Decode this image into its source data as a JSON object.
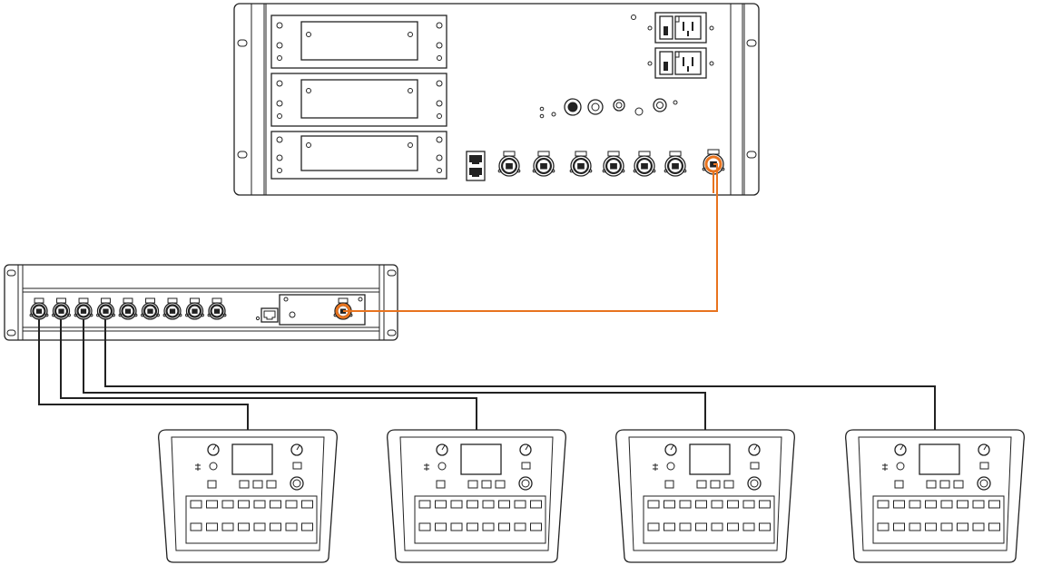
{
  "colors": {
    "outline": "#222222",
    "background": "#ffffff",
    "orange_link": "#E8731E",
    "cable": "#222222"
  },
  "devices": {
    "console_rear": {
      "icon": "console-rear-panel-icon"
    },
    "expander": {
      "icon": "rack-expander-icon",
      "port_count": 9
    },
    "personal_mixers": {
      "icon": "personal-mixer-icon",
      "count": 4
    }
  },
  "connections": {
    "orange_link": {
      "from": "console-network-port",
      "to": "expander-network-port"
    },
    "expander_to_mixers": {
      "count": 4
    }
  }
}
